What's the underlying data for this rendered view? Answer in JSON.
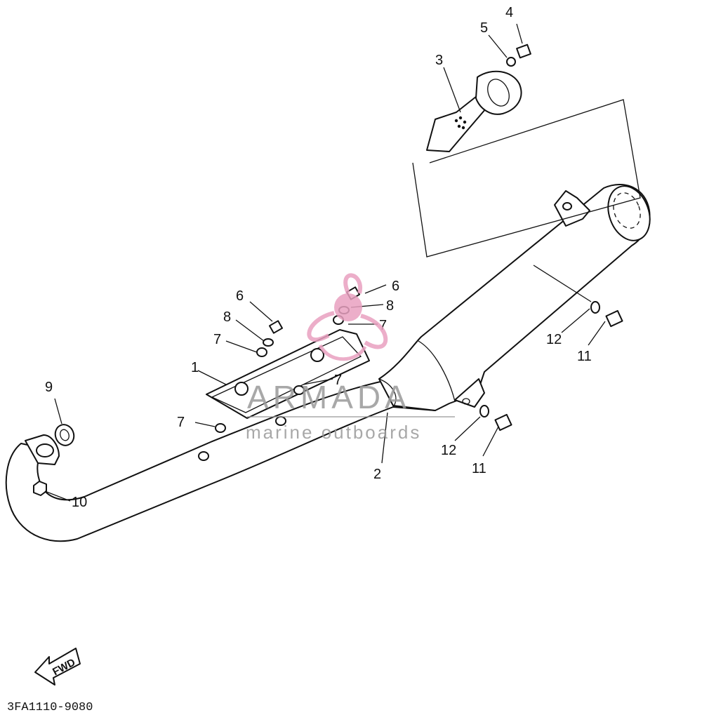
{
  "diagram": {
    "callouts": [
      "1",
      "2",
      "3",
      "4",
      "5",
      "6",
      "6",
      "7",
      "7",
      "7",
      "7",
      "8",
      "8",
      "9",
      "10",
      "11",
      "11",
      "12",
      "12"
    ],
    "direction_label": "FWD",
    "part_code": "3FA1110-9080"
  },
  "watermark": {
    "brand": "ARMADA",
    "tagline": "marine outboards",
    "logo_color": "#e9a1c0",
    "text_color": "#9a9a9a"
  }
}
